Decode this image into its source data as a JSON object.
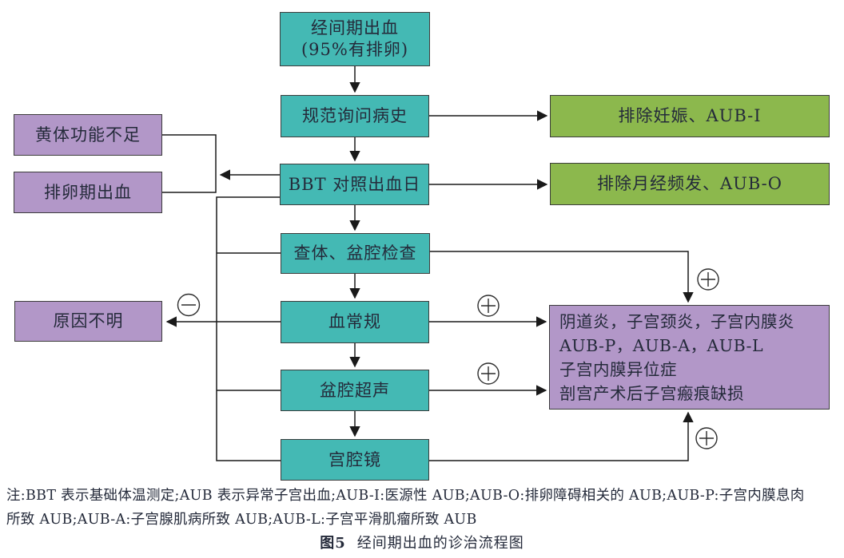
{
  "figure": {
    "nodes": {
      "start": {
        "line1": "经间期出血",
        "line2": "(95%有排卵)"
      },
      "history": "规范询问病史",
      "bbt": "BBT 对照出血日",
      "exam": "查体、盆腔检查",
      "blood": "血常规",
      "ultrasound": "盆腔超声",
      "hysteroscopy": "宫腔镜",
      "luteal": "黄体功能不足",
      "ovulation": "排卵期出血",
      "unknown": "原因不明",
      "exclude_pregnancy": "排除妊娠、AUB-I",
      "exclude_frequency": "排除月经频发、AUB-O",
      "positive_findings": {
        "line1": "阴道炎，子宫颈炎，子宫内膜炎",
        "line2": "AUB-P，AUB-A，AUB-L",
        "line3": "子宫内膜异位症",
        "line4": "剖宫产术后子宫瘢痕缺损"
      }
    },
    "icons": {
      "positive": "plus-circle-icon",
      "negative": "minus-circle-icon"
    },
    "colors": {
      "node_teal": "#44b9b4",
      "node_green": "#8cb84d",
      "node_purple": "#b297c8",
      "line": "#1a1a1a"
    }
  },
  "note": {
    "line1": "注:BBT 表示基础体温测定;AUB 表示异常子宫出血;AUB-I:医源性 AUB;AUB-O:排卵障碍相关的 AUB;AUB-P:子宫内膜息肉",
    "line2": "所致 AUB;AUB-A:子宫腺肌病所致 AUB;AUB-L:子宫平滑肌瘤所致 AUB"
  },
  "caption": {
    "label": "图5",
    "title": "经间期出血的诊治流程图"
  }
}
